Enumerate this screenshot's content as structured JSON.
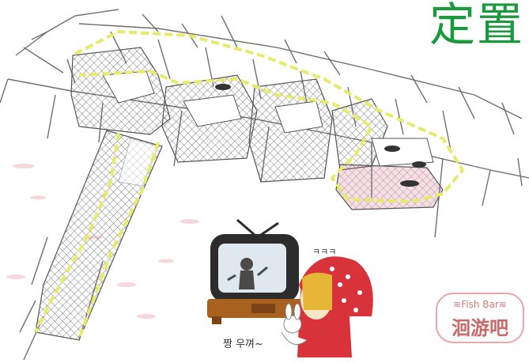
{
  "title_text": "定置",
  "badge": {
    "line1": "≋Fish Bar≋",
    "line2": "洄游吧"
  },
  "cartoon": {
    "sound_text": "ㅋㅋㅋ",
    "caption": "짱 우껴~"
  },
  "colors": {
    "title": "#1a9a3c",
    "float_line": "#e8ea6a",
    "net": "#6b6b6b",
    "badge": "#c86a6a",
    "hood": "#d8323a",
    "tv_frame": "#2c2c2c",
    "tv_stand": "#a8611e"
  }
}
